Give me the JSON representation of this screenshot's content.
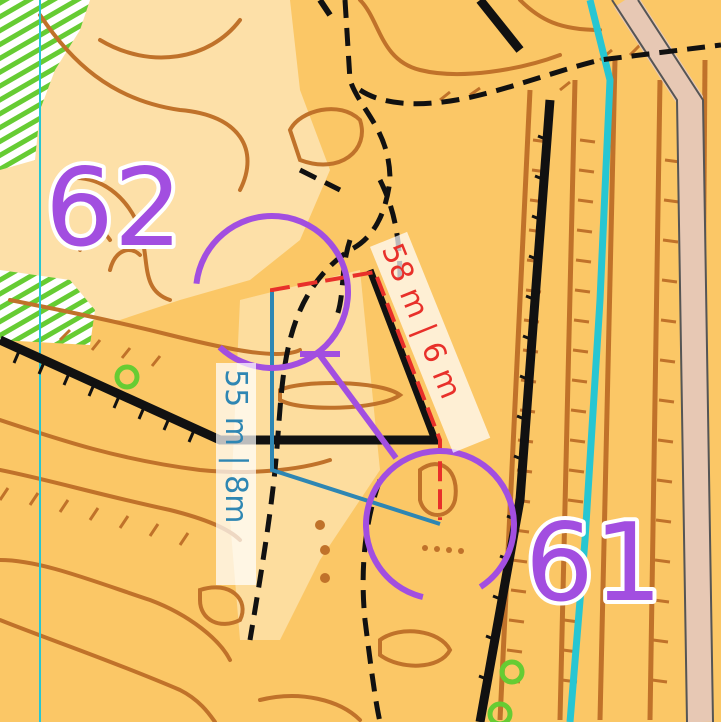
{
  "map": {
    "colors": {
      "open_land": "#fbc766",
      "rough_open": "#fde0a8",
      "forest_white": "#ffffff",
      "contour": "#c0722a",
      "path_black": "#111111",
      "water_blue": "#27c6d2",
      "course_purple": "#a24ee0",
      "road_pink": "#e7c8b4",
      "green_vegetation": "#66cc33",
      "route_red": "#e8302a",
      "route_blue": "#2e86b3"
    },
    "controls": [
      {
        "number": "62"
      },
      {
        "number": "61"
      }
    ],
    "routes": [
      {
        "label": "58 m | 6 m",
        "color_key": "route_red"
      },
      {
        "label": "55 m | 8m",
        "color_key": "route_blue"
      }
    ]
  }
}
